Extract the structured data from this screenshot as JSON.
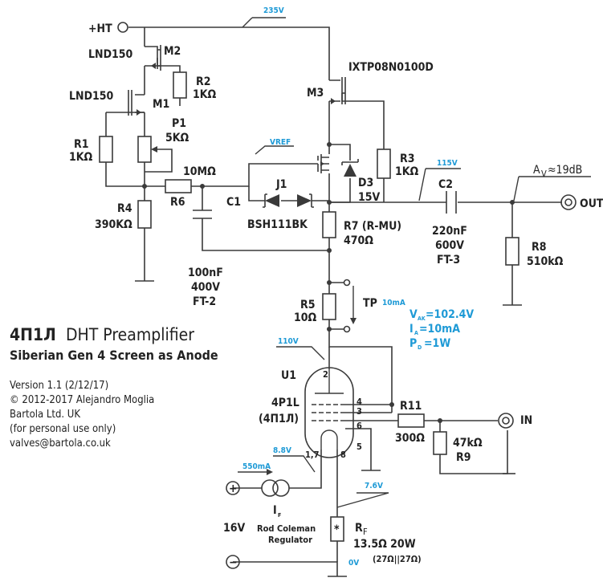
{
  "title": {
    "code": "4П1Л",
    "name": "DHT Preamplifier",
    "subtitle": "Siberian Gen 4 Screen as Anode"
  },
  "info": [
    "Version 1.1 (2/12/17)",
    "© 2012-2017 Alejandro Moglia",
    "Bartola Ltd. UK",
    "(for personal use only)",
    "valves@bartola.co.uk"
  ],
  "nodes": {
    "ht": "+HT",
    "out": "OUT",
    "in": "IN",
    "tp": "TP"
  },
  "components": {
    "m2_type": "LND150",
    "m2": "M2",
    "m1_type": "LND150",
    "m1": "M1",
    "m3": "M3",
    "m3_type": "IXTP08N0100D",
    "r2": "R2",
    "r2_val": "1KΩ",
    "r1": "R1",
    "r1_val": "1KΩ",
    "p1": "P1",
    "p1_val": "5KΩ",
    "r4": "R4",
    "r4_val": "390KΩ",
    "r6": "R6",
    "r6_val": "10MΩ",
    "c1": "C1",
    "c1_val": "100nF",
    "c1_volt": "400V",
    "c1_type": "FT-2",
    "j1": "J1",
    "j1_type": "BSH111BK",
    "d3": "D3",
    "d3_val": "15V",
    "r3": "R3",
    "r3_val": "1KΩ",
    "r7": "R7 (R-MU)",
    "r7_val": "470Ω",
    "c2": "C2",
    "c2_val": "220nF",
    "c2_volt": "600V",
    "c2_type": "FT-3",
    "r8": "R8",
    "r8_val": "510kΩ",
    "r5": "R5",
    "r5_val": "10Ω",
    "u1": "U1",
    "u1_type": "4P1L",
    "u1_type2": "(4П1Л)",
    "r11": "R11",
    "r11_val": "300Ω",
    "r9": "R9",
    "r9_val": "47kΩ",
    "rf": "R",
    "rf_sub": "F",
    "rf_val": "13.5Ω 20W",
    "rf_note": "(27Ω||27Ω)",
    "if_label": "I",
    "if_sub": "F",
    "reg1": "Rod Coleman",
    "reg2": "Regulator",
    "supply": "16V",
    "plus": "+",
    "minus": "−",
    "star": "*",
    "pins": {
      "p2": "2",
      "p4": "4",
      "p3": "3",
      "p6": "6",
      "p5": "5",
      "p8": "8",
      "p17": "1,7"
    }
  },
  "annotations": {
    "v235": "235V",
    "vref": "VREF",
    "v115": "115V",
    "v110": "110V",
    "ma10": "10mA",
    "v88": "8.8V",
    "ma550": "550mA",
    "v76": "7.6V",
    "v0": "0V",
    "gain": "A",
    "gain_sub": "V",
    "gain_val": "≈19dB",
    "vak_l": "V",
    "vak_sub": "AK",
    "vak_val": "=102.4V",
    "ia_l": "I",
    "ia_sub": "A",
    "ia_val": "=10mA",
    "pd_l": "P",
    "pd_sub": "D",
    "pd_val": "=1W"
  },
  "colors": {
    "accent": "#1e9ad6",
    "ink": "#3a3a3a"
  }
}
